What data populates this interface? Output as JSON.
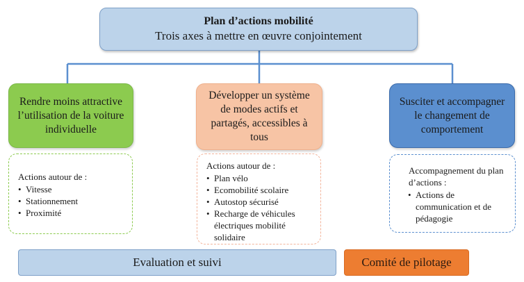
{
  "header": {
    "title": "Plan d’actions mobilité",
    "subtitle": "Trois axes à mettre en œuvre conjointement"
  },
  "axes": [
    {
      "label": "Rendre moins attractive l’utilisation de la voiture individuelle",
      "color": "#8ccb4f",
      "actions_heading": "Actions autour de :",
      "actions": [
        "Vitesse",
        "Stationnement",
        "Proximité"
      ]
    },
    {
      "label": "Développer un système de modes actifs et partagés, accessibles à tous",
      "color": "#f7c4a5",
      "actions_heading": "Actions autour de :",
      "actions": [
        "Plan vélo",
        "Ecomobilité scolaire",
        "Autostop sécurisé",
        "Recharge de véhicules électriques mobilité solidaire"
      ]
    },
    {
      "label": "Susciter et accompagner le changement de comportement",
      "color": "#5b8fcf",
      "actions_heading": "Accompagnement du plan d’actions :",
      "actions": [
        "Actions de communication et de pédagogie"
      ]
    }
  ],
  "footer": {
    "evaluation": "Evaluation et suivi",
    "steering": "Comité de pilotage"
  }
}
